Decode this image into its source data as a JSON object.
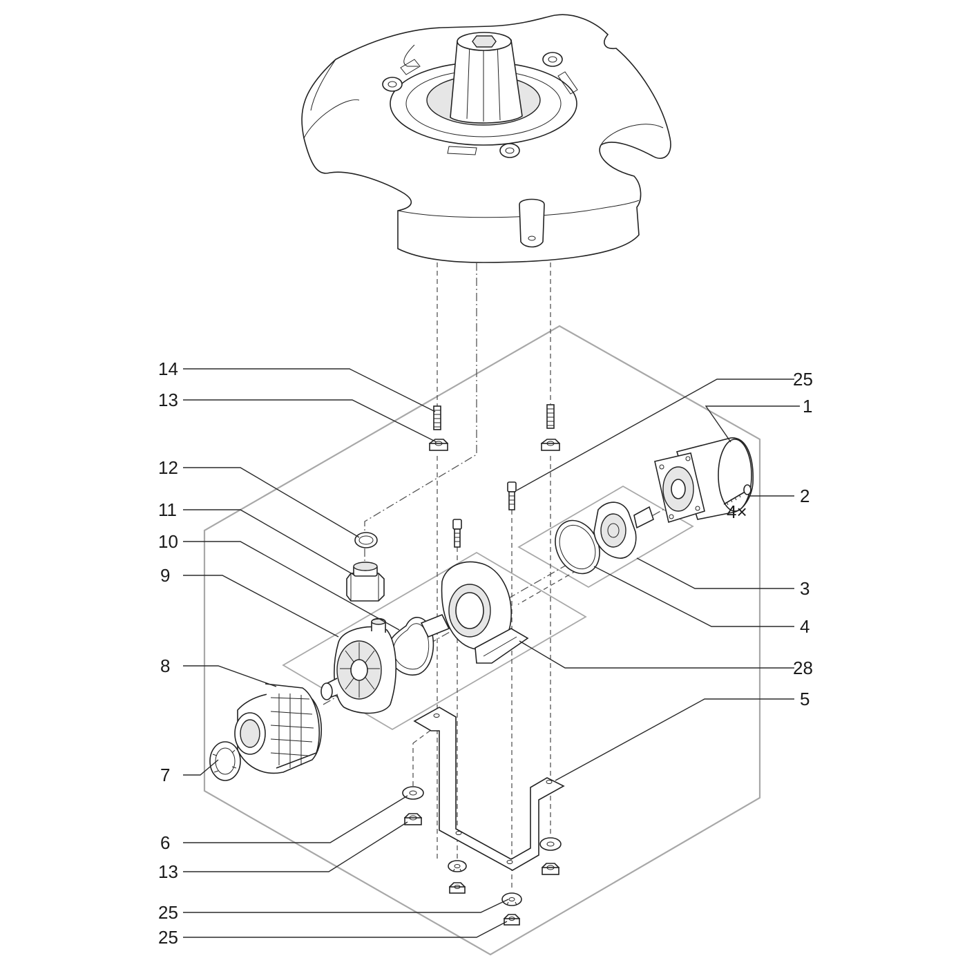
{
  "callouts": [
    {
      "id": "c14",
      "number": "14"
    },
    {
      "id": "c13a",
      "number": "13"
    },
    {
      "id": "c12",
      "number": "12"
    },
    {
      "id": "c11",
      "number": "11"
    },
    {
      "id": "c10",
      "number": "10"
    },
    {
      "id": "c9",
      "number": "9"
    },
    {
      "id": "c8",
      "number": "8"
    },
    {
      "id": "c7",
      "number": "7"
    },
    {
      "id": "c6",
      "number": "6"
    },
    {
      "id": "c13b",
      "number": "13"
    },
    {
      "id": "c25a",
      "number": "25"
    },
    {
      "id": "c25b",
      "number": "25"
    },
    {
      "id": "c25c",
      "number": "25"
    },
    {
      "id": "c1",
      "number": "1"
    },
    {
      "id": "c2",
      "number": "2"
    },
    {
      "id": "c3",
      "number": "3"
    },
    {
      "id": "c4",
      "number": "4"
    },
    {
      "id": "c28",
      "number": "28"
    },
    {
      "id": "c5",
      "number": "5"
    }
  ],
  "quantity_note": "4×",
  "colors": {
    "line": "#222222",
    "group_box": "#a8a8a8",
    "shade": "#e6e6e6",
    "background": "#ffffff"
  }
}
